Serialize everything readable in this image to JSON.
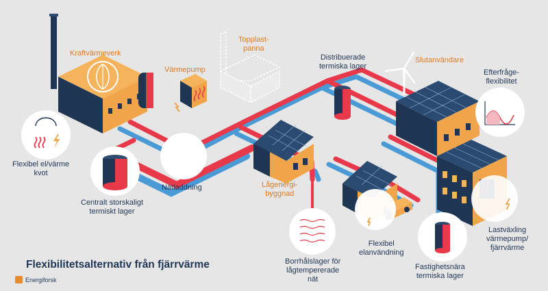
{
  "title": "Flexibilitetsalternativ från fjärrvärme",
  "brand": "Energiforsk",
  "labels": {
    "kraftvarmeverk": "Kraftvärmeverk",
    "varmepump": "Värmepump",
    "topplast": "Topplast-\npanna",
    "distribuerade": "Distribuerade\ntermiska lager",
    "slutanvandare": "Slutanvändare",
    "efterfrage": "Efterfråge-\nflexibilitet",
    "flexibel_el_varme": "Flexibel el/värme\nkvot",
    "natladdning": "Nätladdning",
    "centralt": "Centralt storskaligt\ntermiskt lager",
    "lagenergi": "Lågenergi-\nbyggnad",
    "flexibel_elanvandning": "Flexibel\nelanvändning",
    "borrhal": "Borrhålslager för\nlågtempererade\nnät",
    "fastighetsnara": "Fastighetsnära\ntermiska lager",
    "lastvaxling": "Lastväxling\nvärmepump/\nfjärrvärme"
  },
  "colors": {
    "background": "#e6e6e6",
    "pipe_hot": "#e8394a",
    "pipe_cold": "#4a9ad6",
    "building_wall": "#f0a54a",
    "building_dark": "#1f3554",
    "solar": "#2b4a70",
    "accent_orange": "#e07a22",
    "text": "#1f3554"
  }
}
